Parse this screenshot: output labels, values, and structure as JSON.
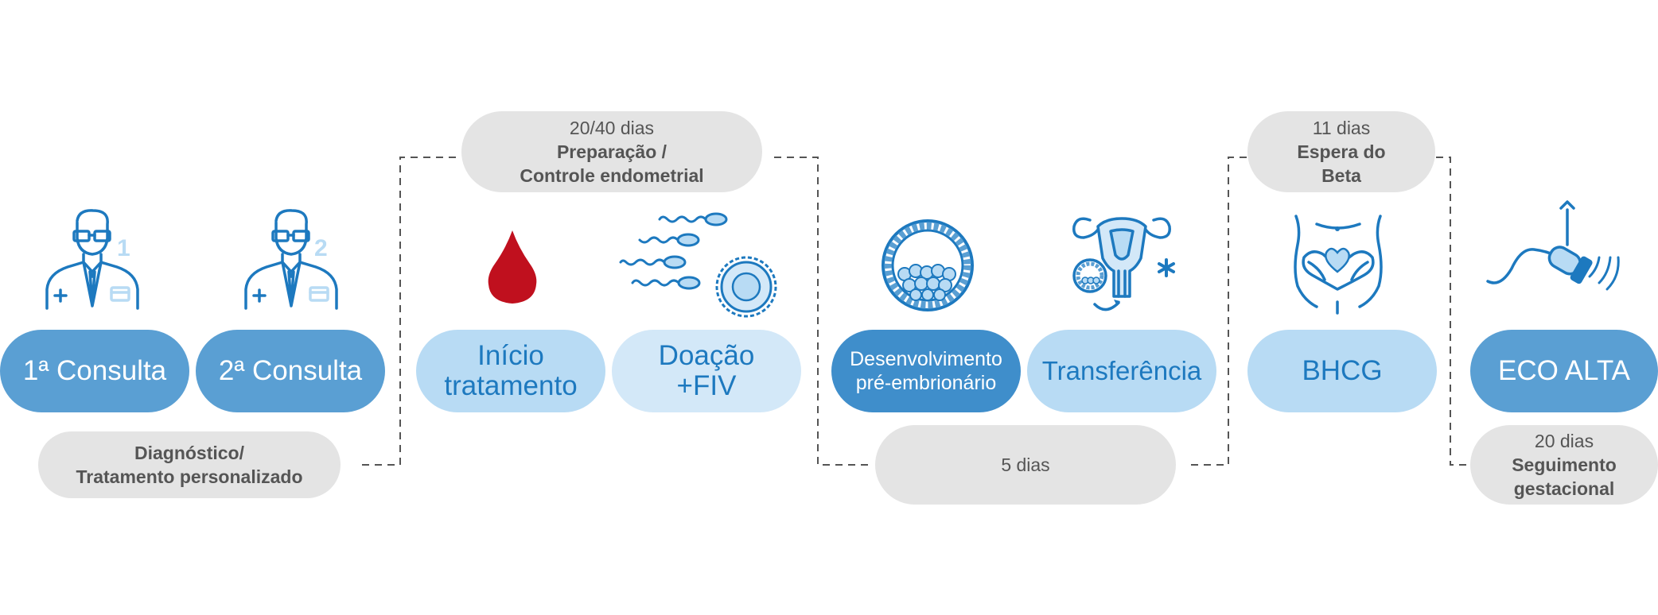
{
  "colors": {
    "blue_dark": "#5a9fd3",
    "blue_mid": "#3f8ecb",
    "blue_light": "#b8dbf4",
    "blue_pale": "#d3e8f8",
    "blue_text": "#1d79bf",
    "grey_box": "#e4e4e4",
    "grey_text": "#555555",
    "blood_red": "#c0101e"
  },
  "steps": [
    {
      "line1": "1ª Consulta",
      "line2": "",
      "icon": "doctor-1-icon"
    },
    {
      "line1": "2ª Consulta",
      "line2": "",
      "icon": "doctor-2-icon"
    },
    {
      "line1": "Início",
      "line2": "tratamento",
      "icon": "blood-drop-icon"
    },
    {
      "line1": "Doação",
      "line2": "+FIV",
      "icon": "sperm-egg-icon"
    },
    {
      "line1": "Desenvolvimento",
      "line2": "pré-embrionário",
      "icon": "blastocyst-icon"
    },
    {
      "line1": "Transferência",
      "line2": "",
      "icon": "uterus-transfer-icon"
    },
    {
      "line1": "BHCG",
      "line2": "",
      "icon": "hands-heart-belly-icon"
    },
    {
      "line1": "ECO ALTA",
      "line2": "",
      "icon": "ultrasound-probe-icon"
    }
  ],
  "phases": {
    "diagnostico": {
      "duration": "",
      "line1": "Diagnóstico/",
      "line2": "Tratamento personalizado"
    },
    "preparacao": {
      "duration": "20/40 dias",
      "line1": "Preparação /",
      "line2": "Controle endometrial"
    },
    "cinco_dias": {
      "duration": "5 dias",
      "line1": "",
      "line2": ""
    },
    "espera": {
      "duration": "11 dias",
      "line1": "Espera do",
      "line2": "Beta"
    },
    "seguimento": {
      "duration": "20 dias",
      "line1": "Seguimento",
      "line2": "gestacional"
    }
  },
  "icon_labels": {
    "doctor1_number": "1",
    "doctor2_number": "2"
  }
}
